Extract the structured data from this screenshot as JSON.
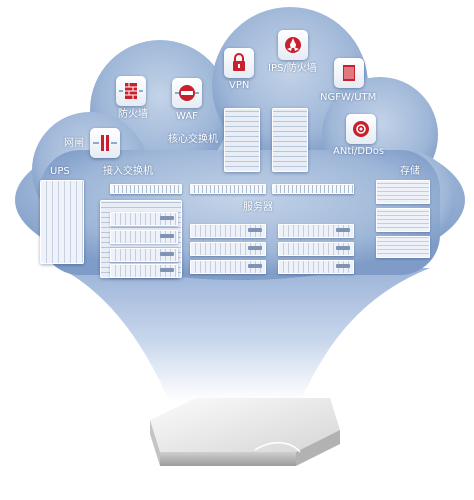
{
  "labels": {
    "ips": "IPS/防火墙",
    "vpn": "VPN",
    "firewall": "防火墙",
    "waf": "WAF",
    "ngfw": "NGFW/UTM",
    "core_switch": "核心交换机",
    "gateway": "网闸",
    "anti_ddos": "ANti/DDos",
    "ups": "UPS",
    "access_switch": "接入交换机",
    "storage": "存储",
    "servers": "服务器"
  },
  "icons": {
    "ips": "biohazard-shield-icon",
    "vpn": "padlock-icon",
    "firewall": "brick-wall-icon",
    "waf": "web-shield-icon",
    "ngfw": "firewall-grid-icon",
    "gateway": "gap-gateway-icon",
    "anti_ddos": "ddos-shield-icon"
  },
  "colors": {
    "cloud": "#a9bfdc",
    "cloud_dark": "#6f8fbd",
    "beam": "#c9d8ec",
    "icon_accent": "#c8202c",
    "device": "#eef2f8",
    "base": "#e4e4e4"
  }
}
